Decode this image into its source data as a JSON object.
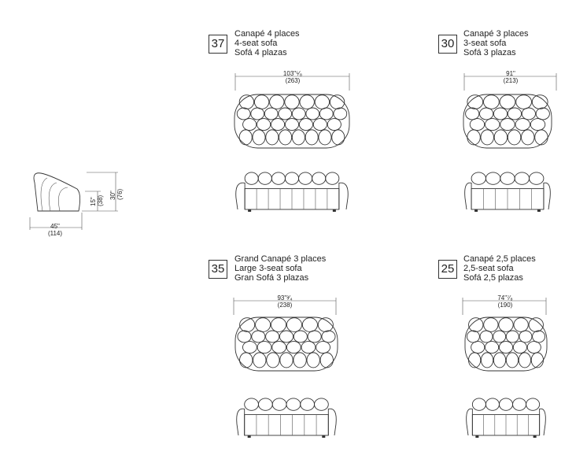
{
  "side_view": {
    "width_in": "45\"",
    "width_cm": "(114)",
    "seat_height_in": "15\"",
    "seat_height_cm": "(38)",
    "total_height_in": "30\"",
    "total_height_cm": "(76)"
  },
  "products": [
    {
      "code": "37",
      "name_fr": "Canapé 4 places",
      "name_en": "4-seat sofa",
      "name_es": "Sofá 4 plazas",
      "width_in": "103\"⁵⁄₈",
      "width_cm": "(263)"
    },
    {
      "code": "30",
      "name_fr": "Canapé 3 places",
      "name_en": "3-seat sofa",
      "name_es": "Sofá 3 plazas",
      "width_in": "91\"",
      "width_cm": "(213)"
    },
    {
      "code": "35",
      "name_fr": "Grand Canapé 3 places",
      "name_en": "Large 3-seat sofa",
      "name_es": "Gran Sofá 3 plazas",
      "width_in": "93\"³⁄₄",
      "width_cm": "(238)"
    },
    {
      "code": "25",
      "name_fr": "Canapé 2,5 places",
      "name_en": "2,5-seat sofa",
      "name_es": "Sofá 2,5 plazas",
      "width_in": "74\"⁷⁄₈",
      "width_cm": "(190)"
    }
  ]
}
